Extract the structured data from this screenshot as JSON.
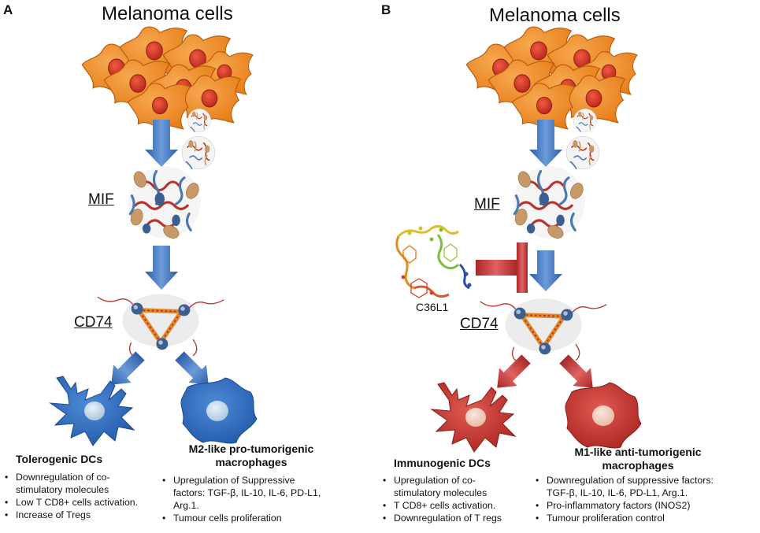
{
  "panels": [
    {
      "letter": "A",
      "title": "Melanoma cells",
      "mif_label": "MIF",
      "cd74_label": "CD74",
      "left_cell": {
        "title": "Tolerogenic DCs",
        "bullets": [
          "Downregulation of co-",
          "stimulatory molecules",
          "Low T CD8+ cells activation.",
          "Increase of Tregs"
        ]
      },
      "right_cell": {
        "title_line1": "M2-like pro-tumorigenic",
        "title_line2": "macrophages",
        "bullets": [
          "Upregulation of Suppressive",
          "factors: TGF-β, IL-10, IL-6, PD-L1,",
          "Arg.1.",
          "Tumour cells proliferation"
        ]
      }
    },
    {
      "letter": "B",
      "title": "Melanoma cells",
      "mif_label": "MIF",
      "cd74_label": "CD74",
      "inhibitor_label": "C36L1",
      "left_cell": {
        "title": "Immunogenic DCs",
        "bullets": [
          "Upregulation of co-",
          "stimulatory molecules",
          "T CD8+ cells activation.",
          "Downregulation of T regs"
        ]
      },
      "right_cell": {
        "title_line1": "M1-like anti-tumorigenic",
        "title_line2": "macrophages",
        "bullets": [
          "Downregulation of suppressive factors:",
          "TGF-β, IL-10, IL-6, PD-L1, Arg.1.",
          "Pro-inflammatory factors (INOS2)",
          "Tumour proliferation control"
        ]
      }
    }
  ],
  "colors": {
    "melanoma_cell": "#f28a1e",
    "nucleus": "#d83a2a",
    "arrow_blue": "#3a6fb8",
    "arrow_red": "#c73a3a",
    "dc_blue": "#2f6cc0",
    "dc_red": "#c8332f",
    "protein_red": "#b8322a",
    "protein_blue": "#4a78b0",
    "protein_tan": "#c89868"
  },
  "icons": [
    "melanoma-cell-cluster",
    "mif-protein",
    "cd74-protein",
    "dendritic-cell",
    "macrophage",
    "c36l1-peptide",
    "inhibition-symbol"
  ]
}
